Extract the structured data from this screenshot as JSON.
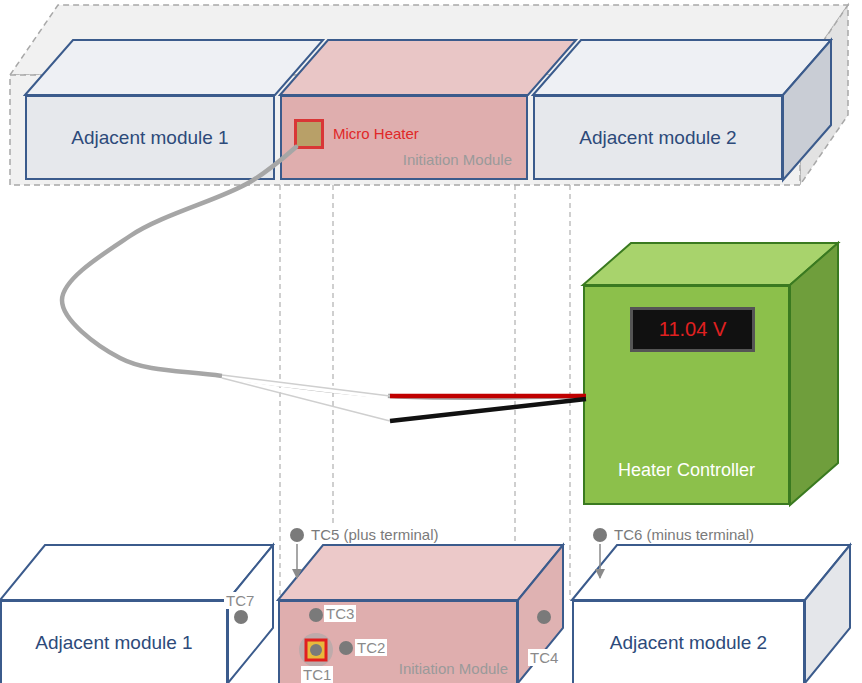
{
  "diagram": {
    "nodes": [
      {
        "text": [
          "Adjacent module 1"
        ]
      },
      {
        "text": [
          "Initiation Module"
        ]
      },
      {
        "text": [
          "Micro Heater"
        ],
        "in": 1
      },
      {
        "text": [
          "Adjacent module 2"
        ]
      },
      {
        "text": [
          "Heater Controller"
        ]
      },
      {
        "text": [
          "11.04 V"
        ],
        "in": 4
      },
      {
        "text": [
          "Adjacent module 1"
        ]
      },
      {
        "text": [
          "Initiation Module"
        ]
      },
      {
        "text": [
          "Adjacent module 2"
        ]
      }
    ],
    "edges": [
      {
        "from": 2,
        "to": 4,
        "arrow": "none"
      }
    ],
    "labels": [
      "TC5 (plus terminal)",
      "TC6 (minus terminal)",
      "TC7",
      "TC3",
      "TC2",
      "TC1",
      "TC4"
    ]
  }
}
